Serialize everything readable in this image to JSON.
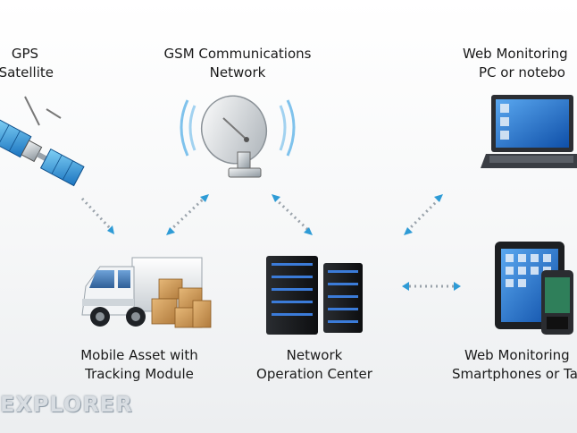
{
  "nodes": {
    "gps": {
      "line1": "GPS",
      "line2": "Satellite"
    },
    "gsm": {
      "line1": "GSM Communications",
      "line2": "Network"
    },
    "web_pc": {
      "line1": "Web Monitoring",
      "line2": "PC or notebo"
    },
    "mobile_asset": {
      "line1": "Mobile Asset with",
      "line2": "Tracking Module"
    },
    "noc": {
      "line1": "Network",
      "line2": "Operation Center"
    },
    "web_phone": {
      "line1": "Web Monitoring",
      "line2": "Smartphones or Ta"
    }
  },
  "logo": {
    "text": "EXPLORER"
  },
  "colors": {
    "arrow": "#2e9bd6",
    "dots": "#9aa3ab",
    "server_led": "#3b7bd8",
    "laptop_screen": "#1f6fd1"
  },
  "icons": [
    "satellite-icon",
    "dish-antenna-icon",
    "laptop-icon",
    "truck-icon",
    "server-icon",
    "tablet-icon",
    "smartphone-icon"
  ]
}
